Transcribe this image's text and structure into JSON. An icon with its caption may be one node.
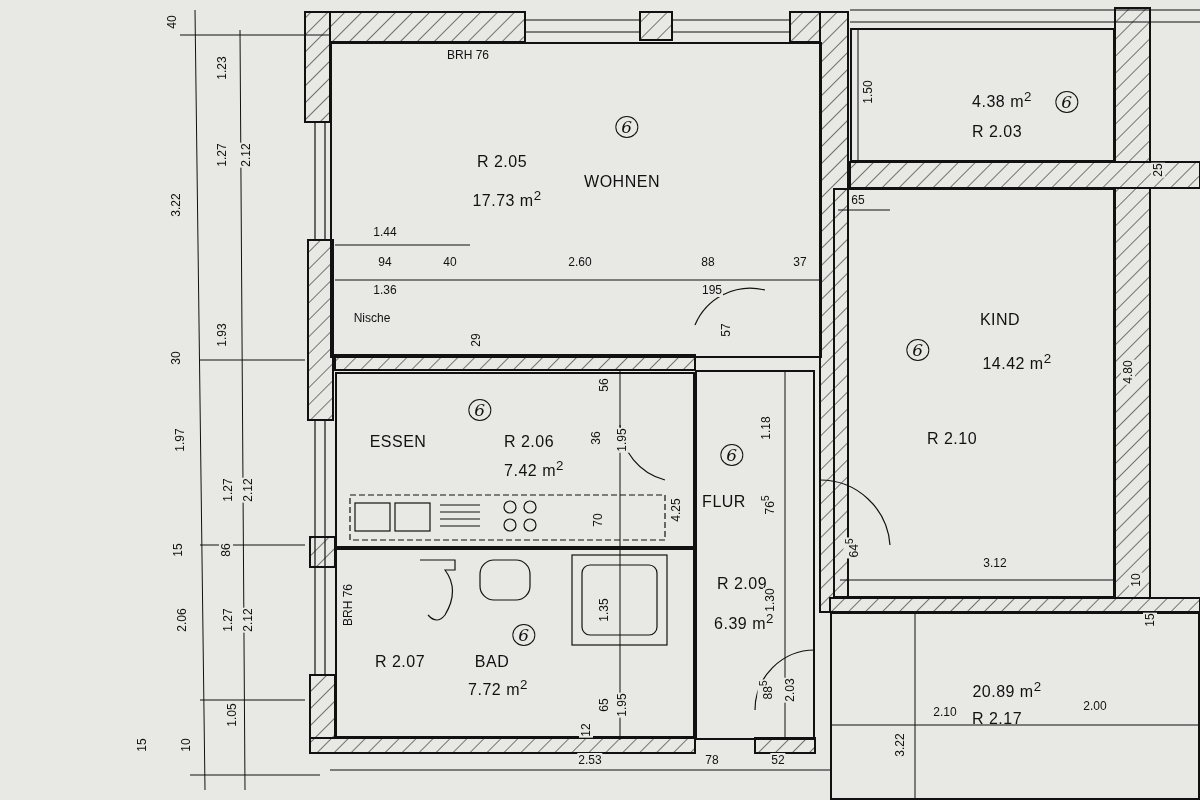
{
  "diagram": {
    "nodes": [
      {
        "text": [
          "6",
          "R 2.05",
          "WOHNEN",
          "17.73 m$^{2}$"
        ]
      },
      {
        "text": [
          "4.38 m$^{2}$",
          "6",
          "R 2.03"
        ]
      },
      {
        "text": [
          "KIND",
          "6",
          "14.42 m$^{2}$",
          "R 2.10"
        ]
      },
      {
        "text": [
          "6",
          "ESSEN",
          "R 2.06",
          "7.42 m$^{2}$"
        ]
      },
      {
        "text": [
          "6",
          "FLUR",
          "R 2.09",
          "6.39 m$^{2}$"
        ]
      },
      {
        "text": [
          "6",
          "R 2.07",
          "BAD",
          "7.72 m$^{2}$"
        ]
      },
      {
        "text": [
          "20.89 m$^{2}$",
          "R 2.17"
        ]
      }
    ],
    "edges": [],
    "labels": [
      "40",
      "BRH 76",
      "1.23",
      "1.50",
      "1.27",
      "2.12",
      "25",
      "3.22",
      "65",
      "1.44",
      "94",
      "40",
      "2.60",
      "88",
      "37",
      "1.36",
      "195",
      "Nische",
      "1.93",
      "29",
      "57",
      "30",
      "4.80",
      "56",
      "1.18",
      "1.97",
      "36",
      "1.95",
      "1.27",
      "2.12",
      "4.25",
      "76$^{5}$",
      "70",
      "15",
      "86",
      "64$^{5}$",
      "3.12",
      "10",
      "BRH 76",
      "1.35",
      "1.30",
      "15",
      "2.06",
      "1.27",
      "2.12",
      "88$^{5}$",
      "2.03",
      "65",
      "1.95",
      "2.10",
      "2.00",
      "1.05",
      "12",
      "3.22",
      "15",
      "10",
      "2.53",
      "78",
      "52"
    ]
  }
}
